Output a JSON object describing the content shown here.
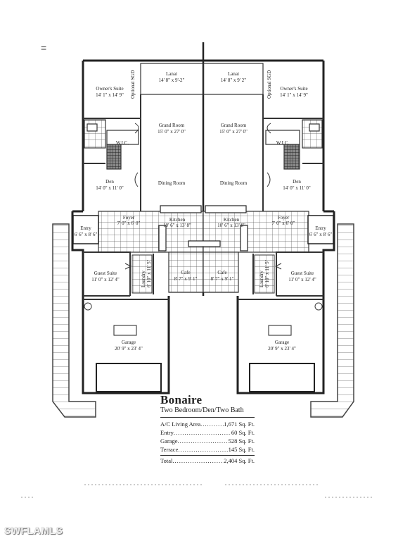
{
  "plan_title": "Bonaire",
  "plan_subtitle": "Two Bedroom/Den/Two Bath",
  "areas": [
    {
      "label": "A/C Living Area",
      "value": "1,671 Sq. Ft."
    },
    {
      "label": "Entry",
      "value": "60 Sq. Ft."
    },
    {
      "label": "Garage",
      "value": "528 Sq. Ft."
    },
    {
      "label": "Terrace",
      "value": "145 Sq. Ft."
    }
  ],
  "total": {
    "label": "Total",
    "value": "2,404 Sq. Ft."
  },
  "rooms": {
    "lanai": {
      "name": "Lanai",
      "dims_left": "14' 8\" x 9'-2\"",
      "dims_right": "14' 8\" x 9' 2\""
    },
    "owners_suite": {
      "name": "Owner's Suite",
      "dims": "14' 1\" x 14' 9\""
    },
    "optional_sgd": "Optional SGD",
    "grand_room": {
      "name": "Grand Room",
      "dims": "15' 0\" x 27' 0\""
    },
    "wic": "W.I.C.",
    "den": {
      "name": "Den",
      "dims": "14' 0\" x 11' 0\""
    },
    "dining": "Dining Room",
    "foyer": {
      "name": "Foyer",
      "dims": "7' 0\" x 6' 0\""
    },
    "kitchen": {
      "name": "Kitchen",
      "dims": "10' 6\" x 13' 8\""
    },
    "entry": {
      "name": "Entry",
      "dims": "6' 6\" x 8' 6\""
    },
    "guest_suite": {
      "name": "Guest Suite",
      "dims": "11' 0\" x 12' 4\""
    },
    "laundry": {
      "name": "Laundry",
      "dims": "6' 10\" x 11' 5\""
    },
    "cafe": {
      "name": "Cafe",
      "dims": "8' 7\" x 9' 1\""
    },
    "garage": {
      "name": "Garage",
      "dims": "20' 9\" x 23' 4\""
    }
  },
  "watermark": "SWFLAMLS",
  "corner_mark": "="
}
